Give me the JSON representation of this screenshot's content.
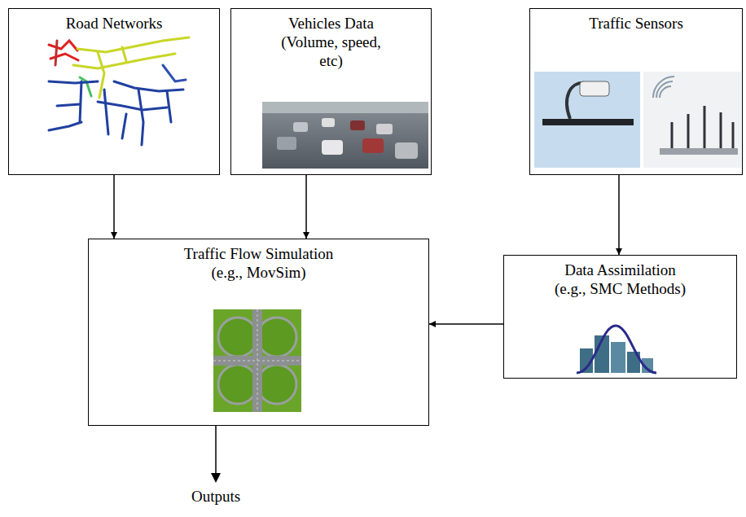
{
  "diagram": {
    "nodes": [
      {
        "text": [
          "Road Networks"
        ]
      },
      {
        "text": [
          "Vehicles Data",
          "(Volume, speed, etc)"
        ]
      },
      {
        "text": [
          "Traffic Sensors"
        ]
      },
      {
        "text": [
          "Traffic Flow Simulation",
          "(e.g., MovSim)"
        ]
      },
      {
        "text": [
          "Data Assimilation",
          "(e.g., SMC Methods)"
        ]
      }
    ],
    "edges": [
      {
        "from": 0,
        "to": 3,
        "arrow": "to"
      },
      {
        "from": 1,
        "to": 3,
        "arrow": "to"
      },
      {
        "from": 2,
        "to": 4,
        "arrow": "to"
      },
      {
        "from": 4,
        "to": 3,
        "arrow": "to"
      }
    ],
    "labels": [
      "Outputs"
    ]
  }
}
